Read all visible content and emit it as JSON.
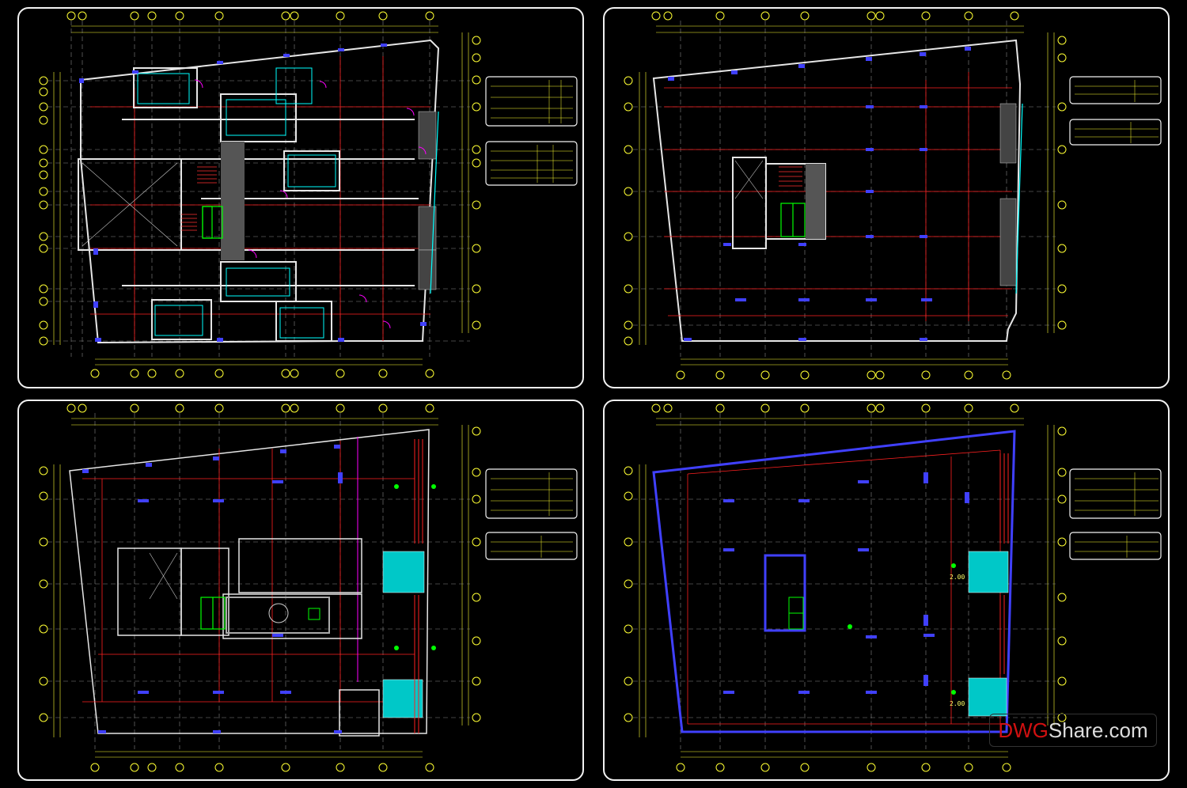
{
  "panels": [
    {
      "id": "plan-1",
      "labels": {
        "level_mark": "",
        "room_1": "",
        "room_2": "",
        "note": ""
      }
    },
    {
      "id": "plan-2",
      "labels": {
        "center_note": ""
      }
    },
    {
      "id": "plan-3",
      "labels": {
        "elev_1": "",
        "elev_2": "",
        "side_note_1": "",
        "side_note_2": ""
      }
    },
    {
      "id": "plan-4",
      "labels": {
        "elev_1": "2.00",
        "elev_2": "2.00",
        "side_note": ""
      }
    }
  ],
  "watermark": {
    "brand": "DWG",
    "rest": "Share.com"
  },
  "colors": {
    "frame": "#f2f2f2",
    "grid": "#c8c8c8",
    "dimension": "#ffff33",
    "wall": "#e6e6e6",
    "column": "#4040ff",
    "red_line": "#ff2020",
    "cyan": "#00ffff",
    "magenta": "#ff00ff",
    "green": "#00ff00"
  }
}
